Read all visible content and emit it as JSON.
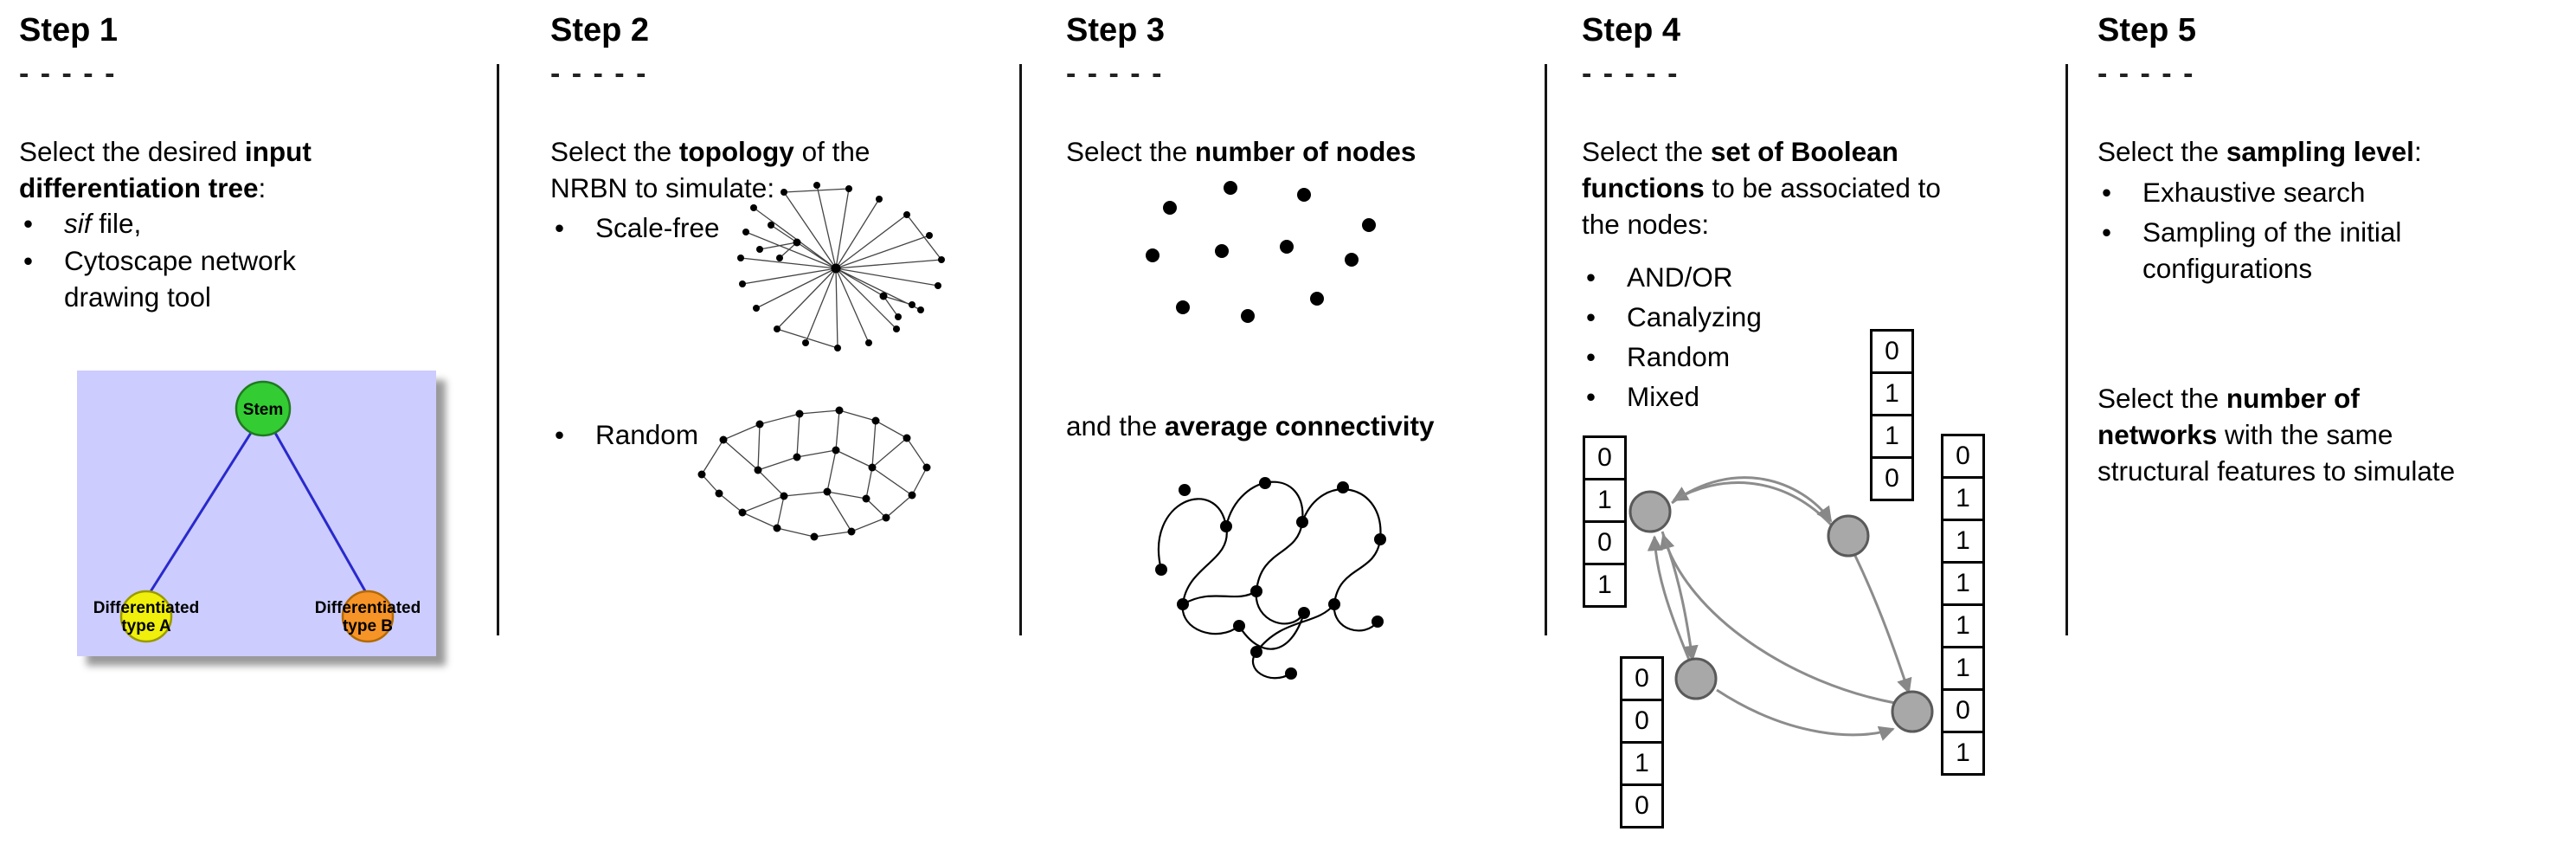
{
  "page": {
    "background": "#ffffff"
  },
  "steps": {
    "step1": {
      "title": "Step 1",
      "dashes": "- - - - -",
      "intro": [
        [
          {
            "t": "Select the desired "
          },
          {
            "t": "input",
            "b": 1
          }
        ],
        [
          {
            "t": "differentiation tree",
            "b": 1
          },
          {
            "t": ":"
          }
        ]
      ],
      "bullet_sif": [
        [
          {
            "t": "sif",
            "i": 1
          },
          {
            "t": " file,"
          }
        ]
      ],
      "bullet_cytoscape": [
        [
          {
            "t": "Cytoscape network"
          }
        ],
        [
          {
            "t": "drawing tool"
          }
        ]
      ],
      "tree": {
        "stem_label": "Stem",
        "type_a_line1": "Differentiated",
        "type_a_line2": "type A",
        "type_b_line1": "Differentiated",
        "type_b_line2": "type B",
        "background_color": "#ccccff",
        "stem_color": "#33cc33",
        "type_a_color": "#f0f00c",
        "type_b_color": "#f79428",
        "edge_color": "#2929cc"
      }
    },
    "step2": {
      "title": "Step 2",
      "dashes": "- - - - -",
      "intro": [
        [
          {
            "t": "Select the "
          },
          {
            "t": "topology",
            "b": 1
          },
          {
            "t": " of the"
          }
        ],
        [
          {
            "t": "NRBN to simulate:"
          }
        ]
      ],
      "bullet_scale_free": "Scale-free",
      "bullet_random": "Random"
    },
    "step3": {
      "title": "Step 3",
      "dashes": "- - - - -",
      "intro": [
        [
          {
            "t": "Select the "
          },
          {
            "t": "number of nodes",
            "b": 1
          }
        ]
      ],
      "connectivity": [
        [
          {
            "t": "and the "
          },
          {
            "t": "average connectivity",
            "b": 1
          }
        ]
      ]
    },
    "step4": {
      "title": "Step 4",
      "dashes": "- - - - -",
      "intro": [
        [
          {
            "t": "Select the "
          },
          {
            "t": "set of Boolean",
            "b": 1
          }
        ],
        [
          {
            "t": "functions",
            "b": 1
          },
          {
            "t": " to be associated to"
          }
        ],
        [
          {
            "t": "the nodes:"
          }
        ]
      ],
      "bullets": [
        "AND/OR",
        "Canalyzing",
        "Random",
        "Mixed"
      ],
      "truth_tables": {
        "left": [
          "0",
          "1",
          "0",
          "1"
        ],
        "top": [
          "0",
          "1",
          "1",
          "0"
        ],
        "bottom_left": [
          "0",
          "0",
          "1",
          "0"
        ],
        "right": [
          "0",
          "1",
          "1",
          "1",
          "1",
          "1",
          "0",
          "1"
        ]
      }
    },
    "step5": {
      "title": "Step 5",
      "dashes": "- - - - -",
      "intro": [
        [
          {
            "t": "Select the "
          },
          {
            "t": "sampling level",
            "b": 1
          },
          {
            "t": ":"
          }
        ]
      ],
      "bullet_exhaustive": "Exhaustive search",
      "bullet_sampling": [
        [
          {
            "t": "Sampling of the initial"
          }
        ],
        [
          {
            "t": "configurations"
          }
        ]
      ],
      "networks": [
        [
          {
            "t": "Select the "
          },
          {
            "t": "number of",
            "b": 1
          }
        ],
        [
          {
            "t": "networks",
            "b": 1
          },
          {
            "t": " with the same"
          }
        ],
        [
          {
            "t": "structural features to simulate"
          }
        ]
      ]
    }
  }
}
